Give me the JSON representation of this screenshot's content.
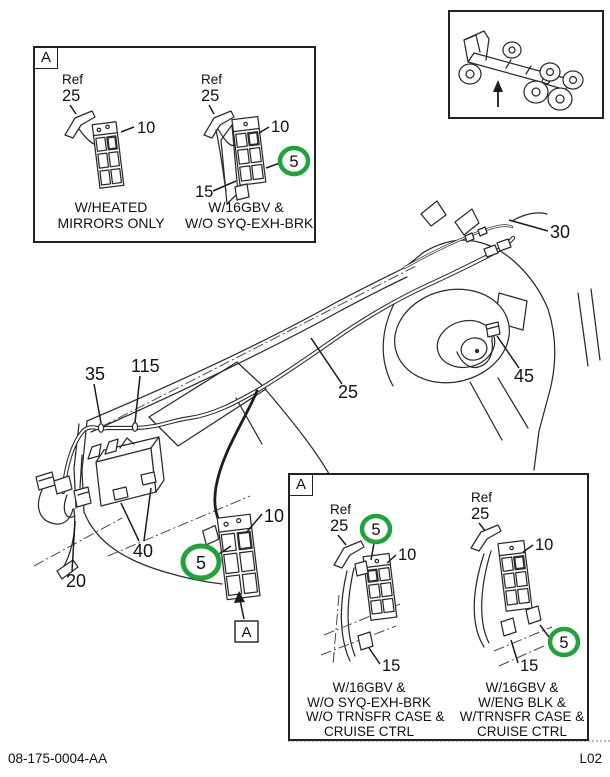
{
  "colors": {
    "highlight_green": "#21a23b",
    "line": "#2b2b2b",
    "boundary_dots": "#d9a9c6"
  },
  "footer": {
    "document_number": "08-175-0004-AA",
    "page_code": "L02"
  },
  "locator_box": {
    "icon": "truck-chassis-icon",
    "arrow_icon": "up-arrow-icon"
  },
  "main": {
    "detail_tag": "A",
    "callouts": {
      "c5": "5",
      "c10": "10",
      "c20": "20",
      "c25": "25",
      "c30": "30",
      "c35": "35",
      "c40": "40",
      "c45": "45",
      "c115": "115"
    }
  },
  "insets": {
    "top_left": {
      "tag": "A",
      "figures": [
        {
          "ref_label": "Ref",
          "ref_num": "25",
          "panel_num": "10",
          "caption": [
            "W/HEATED",
            "MIRRORS ONLY"
          ]
        },
        {
          "ref_label": "Ref",
          "ref_num": "25",
          "panel_num": "10",
          "highlight_num": "5",
          "clip_num": "15",
          "caption": [
            "W/16GBV &",
            "W/O SYQ-EXH-BRK"
          ]
        }
      ]
    },
    "bottom_right": {
      "tag": "A",
      "figures": [
        {
          "ref_label": "Ref",
          "ref_num": "25",
          "highlight_num": "5",
          "panel_num": "10",
          "clip_num": "15",
          "caption": [
            "W/16GBV &",
            "W/O SYQ-EXH-BRK",
            "W/O TRNSFR CASE &",
            "CRUISE CTRL"
          ]
        },
        {
          "ref_label": "Ref",
          "ref_num": "25",
          "panel_num": "10",
          "highlight_num": "5",
          "clip_num": "15",
          "caption": [
            "W/16GBV &",
            "W/ENG BLK &",
            "W/TRNSFR CASE &",
            "CRUISE CTRL"
          ]
        }
      ]
    }
  }
}
